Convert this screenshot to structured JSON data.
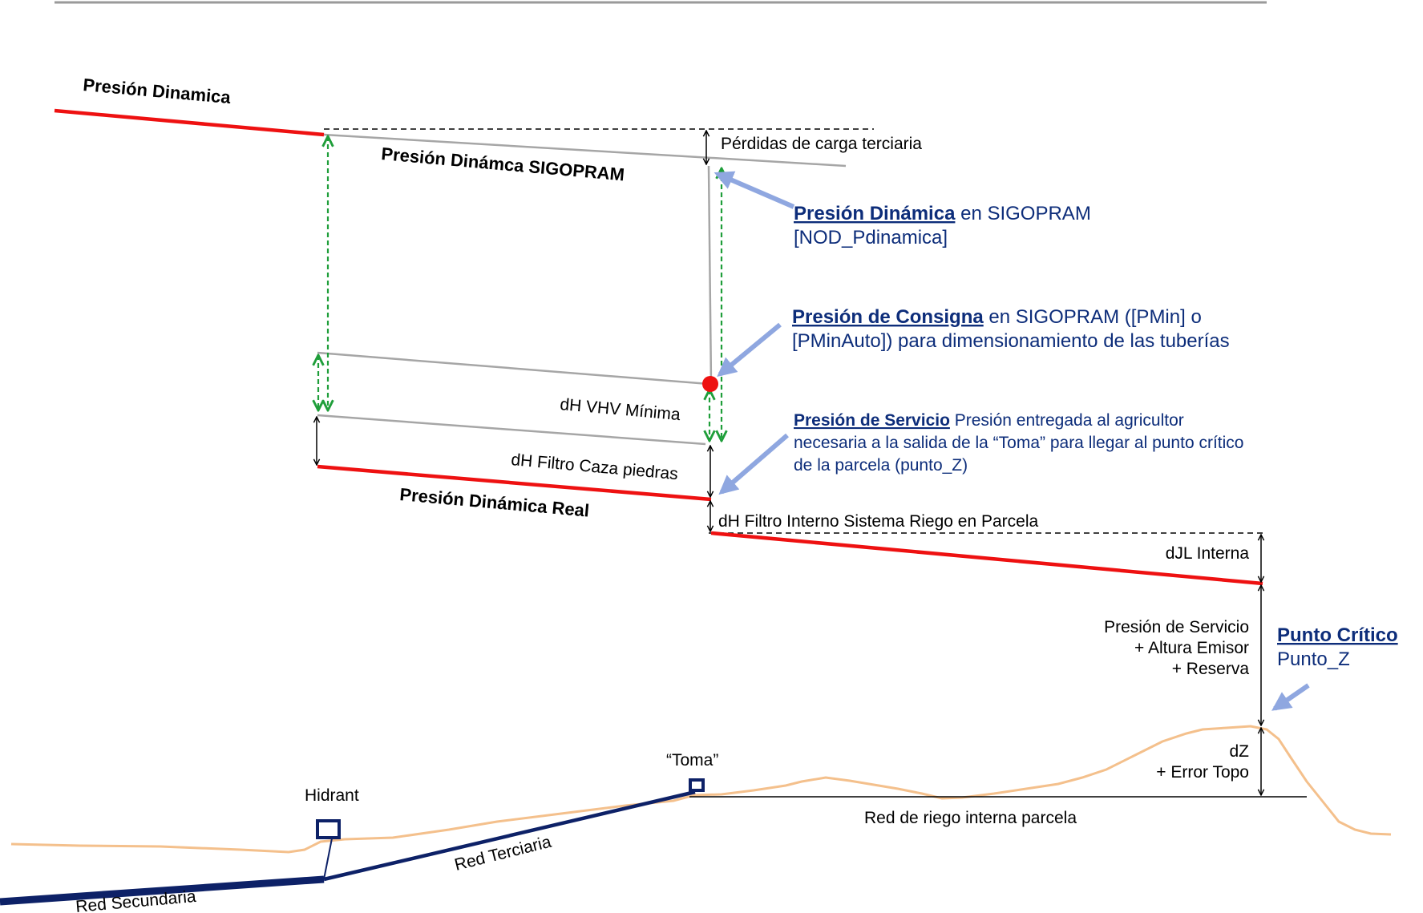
{
  "colors": {
    "pressure_line": "#ee1111",
    "thin_line": "#a6a6a6",
    "green_arrow": "#1f9e3a",
    "callout_arrow": "#8fa7e0",
    "network_line": "#0d2167",
    "terrain": "#f4c08c",
    "annotation_text": "#0d2d7a",
    "red_dot": "#ee1111"
  },
  "labels": {
    "presion_dinamica": "Presión Dinamica",
    "presion_dinamica_sigopram": "Presión Dinámca SIGOPRAM",
    "presion_dinamica_real": "Presión Dinámica Real",
    "perdidas_carga": "Pérdidas de carga terciaria",
    "dh_vhv": "dH  VHV Mínima",
    "dh_filtro_caza": "dH Filtro Caza piedras",
    "dh_filtro_interno": "dH Filtro Interno  Sistema Riego en Parcela",
    "djl_interna": "dJL Interna",
    "presion_servicio_line1": "Presión de Servicio",
    "presion_servicio_line2": "+ Altura Emisor",
    "presion_servicio_line3": "+ Reserva",
    "dz_line1": "dZ",
    "dz_line2": "+ Error Topo",
    "toma": "“Toma”",
    "hidrant": "Hidrant",
    "red_secundaria": "Red Secundaria",
    "red_terciaria": "Red Terciaria",
    "red_riego_interna": "Red de riego interna parcela"
  },
  "annotations": {
    "dinamica": {
      "bold": "Presión Dinámica",
      "rest": " en SIGOPRAM",
      "line2": "[NOD_Pdinamica]"
    },
    "consigna": {
      "bold": "Presión de Consigna",
      "rest": " en SIGOPRAM ([PMin] o",
      "line2": "[PMinAuto]) para dimensionamiento de las tuberías"
    },
    "servicio": {
      "bold": "Presión de Servicio",
      "rest": " Presión entregada al agricultor",
      "line2": "necesaria a la salida de la “Toma” para llegar al punto crítico",
      "line3": "de la parcela (punto_Z)"
    },
    "punto_critico": {
      "bold": "Punto Crítico",
      "line2": "Punto_Z"
    }
  }
}
